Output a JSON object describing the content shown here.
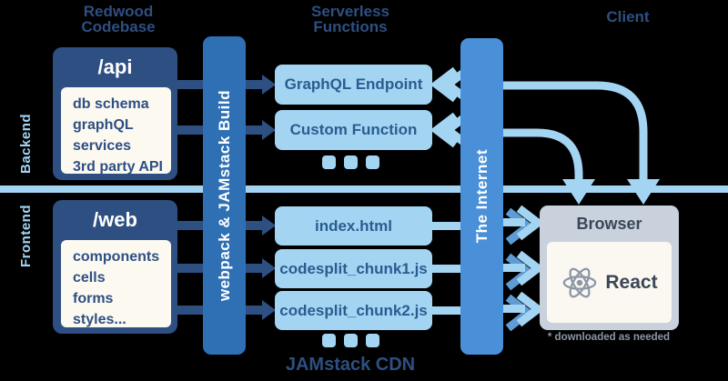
{
  "titles": {
    "redwood": "Redwood Codebase",
    "serverless": "Serverless Functions",
    "client": "Client",
    "jamstack_cdn": "JAMstack CDN"
  },
  "side_labels": {
    "backend": "Backend",
    "frontend": "Frontend"
  },
  "build_bar": {
    "label": "webpack & JAMstack Build"
  },
  "internet_bar": {
    "label": "The Internet"
  },
  "api_box": {
    "title": "/api",
    "items": [
      "db schema",
      "graphQL",
      "services",
      "3rd party API"
    ]
  },
  "web_box": {
    "title": "/web",
    "items": [
      "components",
      "cells",
      "forms",
      "styles..."
    ]
  },
  "functions": [
    "GraphQL Endpoint",
    "Custom Function"
  ],
  "static_assets": [
    "index.html",
    "codesplit_chunk1.js",
    "codesplit_chunk2.js"
  ],
  "browser": {
    "title": "Browser",
    "framework": "React",
    "caption": "* downloaded as needed"
  },
  "colors": {
    "navy": "#2e4f82",
    "build_blue": "#2f70b5",
    "internet_blue": "#4a90d8",
    "light_blue": "#a3d5f3",
    "cream": "#fcf9f1",
    "browser_gray": "#c8d1dc",
    "box_text_blue": "#2b5c90",
    "muted_gray": "#8d96a6"
  }
}
